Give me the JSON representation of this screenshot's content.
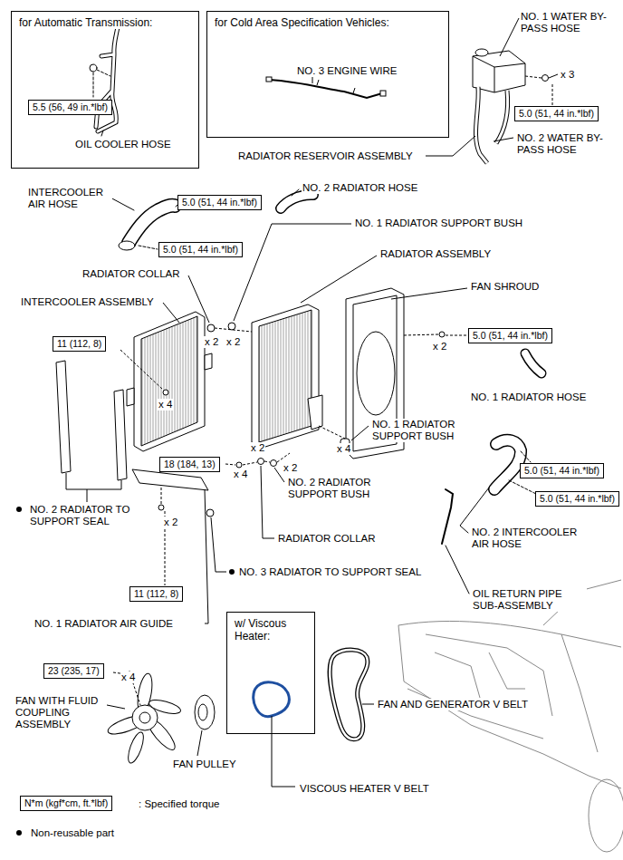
{
  "diagram": {
    "nodes": [
      {
        "text": [
          "for Automatic Transmission:"
        ]
      },
      {
        "text": [
          "5.5 (56, 49 in.*lbf)"
        ],
        "in": 0
      },
      {
        "text": [
          "for Cold Area Specification Vehicles:"
        ]
      },
      {
        "text": [
          "5.0 (51, 44 in.*lbf)"
        ]
      },
      {
        "text": [
          "5.0 (51, 44 in.*lbf)"
        ]
      },
      {
        "text": [
          "5.0 (51, 44 in.*lbf)"
        ]
      },
      {
        "text": [
          "11 (112, 8)"
        ]
      },
      {
        "text": [
          "5.0 (51, 44 in.*lbf)"
        ]
      },
      {
        "text": [
          "18 (184, 13)"
        ]
      },
      {
        "text": [
          "5.0 (51, 44 in.*lbf)"
        ]
      },
      {
        "text": [
          "5.0 (51, 44 in.*lbf)"
        ]
      },
      {
        "text": [
          "11 (112, 8)"
        ]
      },
      {
        "text": [
          "w/ Viscous Heater:"
        ]
      },
      {
        "text": [
          "23 (235, 17)"
        ]
      },
      {
        "text": [
          "N*m (kgf*cm, ft.*lbf)"
        ]
      }
    ],
    "labels": [
      "OIL COOLER HOSE",
      "NO. 3 ENGINE WIRE",
      "NO. 1 WATER BY-PASS HOSE",
      "x 3",
      "RADIATOR RESERVOIR ASSEMBLY",
      "NO. 2 WATER BY-PASS HOSE",
      "INTERCOOLER AIR HOSE",
      "NO. 2 RADIATOR HOSE",
      "NO. 1 RADIATOR SUPPORT BUSH",
      "RADIATOR ASSEMBLY",
      "RADIATOR COLLAR",
      "FAN SHROUD",
      "INTERCOOLER ASSEMBLY",
      "x 2",
      "x 2",
      "x 2",
      "x 4",
      "NO. 1 RADIATOR HOSE",
      "NO. 1 RADIATOR SUPPORT BUSH",
      "x 2",
      "x 4",
      "x 2",
      "x 4",
      "NO. 2 RADIATOR SUPPORT BUSH",
      "NO. 2 RADIATOR TO SUPPORT SEAL",
      "x 2",
      "NO. 2 INTERCOOLER AIR HOSE",
      "RADIATOR COLLAR",
      "NO. 3 RADIATOR TO SUPPORT SEAL",
      "OIL RETURN PIPE SUB-ASSEMBLY",
      "NO. 1 RADIATOR AIR GUIDE",
      "x 4",
      "FAN WITH FLUID COUPLING ASSEMBLY",
      "FAN AND GENERATOR V BELT",
      "FAN PULLEY",
      "VISCOUS HEATER V BELT",
      ": Specified torque",
      "Non-reusable part"
    ]
  }
}
